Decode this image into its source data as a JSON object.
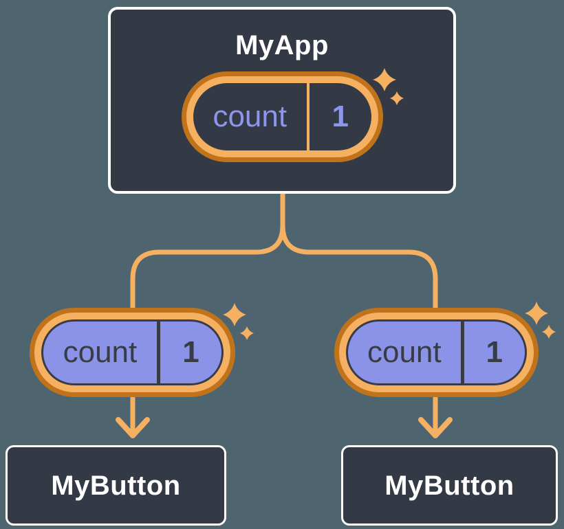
{
  "theme": {
    "page_bg": "#4E6570",
    "node_bg": "#333A46",
    "node_border": "#FFFFFF",
    "title_text": "#FFFFFF",
    "orange_dark": "#C0731A",
    "orange_light": "#F6B062",
    "line_orange": "#F6B062",
    "purple_fill": "#8B93E8",
    "periwinkle_text": "#8D95EE",
    "ink_dark": "#383C46"
  },
  "diagram": {
    "root": {
      "title": "MyApp",
      "state": {
        "label": "count",
        "value": "1"
      }
    },
    "children": [
      {
        "title": "MyButton",
        "state": {
          "label": "count",
          "value": "1"
        }
      },
      {
        "title": "MyButton",
        "state": {
          "label": "count",
          "value": "1"
        }
      }
    ]
  }
}
